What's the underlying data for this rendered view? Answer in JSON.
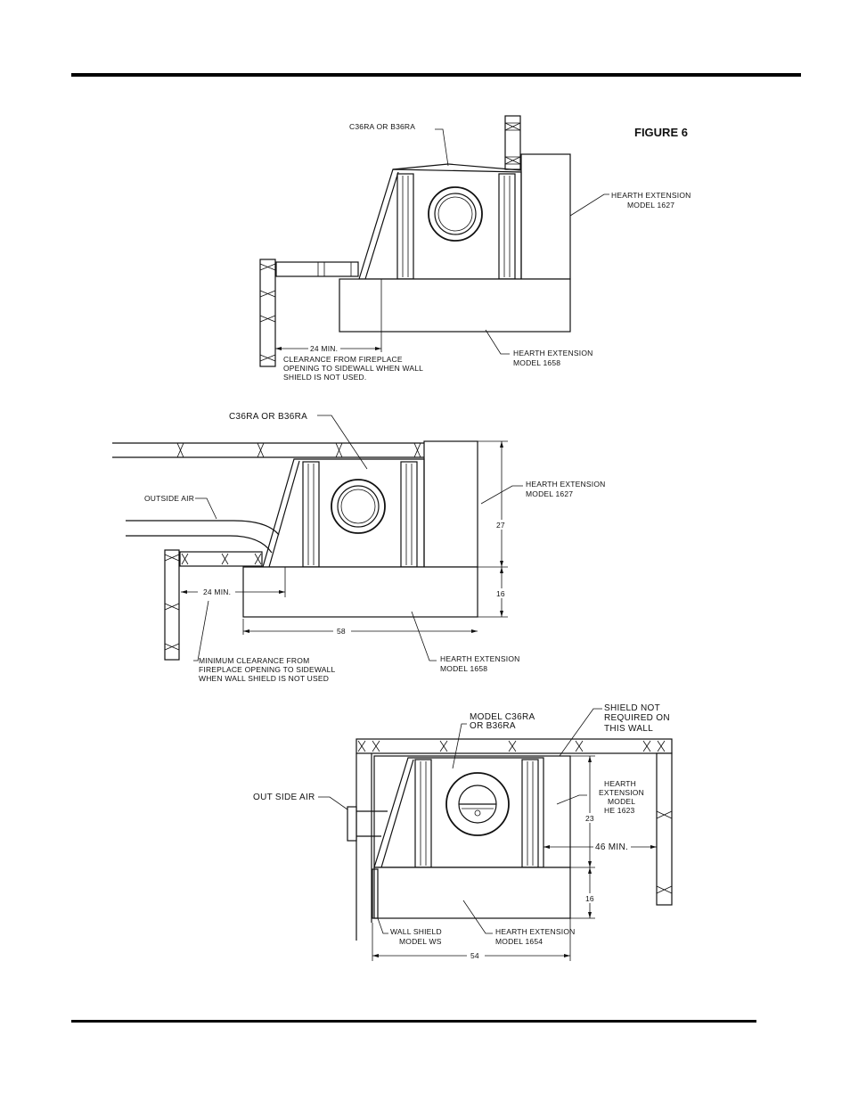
{
  "page": {
    "figure_title": "FIGURE 6"
  },
  "diagram1": {
    "unit_label": "C36RA  OR  B36RA",
    "hearth_top_label": [
      "HEARTH  EXTENSION",
      "MODEL  1627"
    ],
    "hearth_bottom_label": [
      "HEARTH  EXTENSION",
      "MODEL  1658"
    ],
    "clearance_dim": "24 MIN.",
    "clearance_note": [
      "CLEARANCE  FROM  FIREPLACE",
      "OPENING  TO SIDEWALL  WHEN  WALL",
      "SHIELD  IS NOT  USED."
    ]
  },
  "diagram2": {
    "unit_label": "C36RA  OR  B36RA",
    "outside_air": "OUTSIDE  AIR",
    "hearth_top_label": [
      "HEARTH  EXTENSION",
      "MODEL  1627"
    ],
    "hearth_bottom_label": [
      "HEARTH  EXTENSION",
      "MODEL  1658"
    ],
    "dim_27": "27",
    "dim_16": "16",
    "dim_58": "58",
    "clearance_dim": "24  MIN.",
    "clearance_note": [
      "MINIMUM  CLEARANCE  FROM",
      "FIREPLACE  OPENING  TO  SIDEWALL",
      "WHEN  WALL  SHIELD  IS  NOT  USED"
    ]
  },
  "diagram3": {
    "unit_label": [
      "MODEL  C36RA",
      "OR  B36RA"
    ],
    "shield_label": [
      "SHIELD  NOT",
      "REQUIRED  ON",
      "THIS  WALL"
    ],
    "outside_air": "OUT SIDE    AIR",
    "hearth_right_label": [
      "HEARTH",
      "EXTENSION",
      "MODEL",
      "HE 1623"
    ],
    "dim_23": "23",
    "dim_16": "16",
    "dim_46": "46  MIN.",
    "dim_54": "54",
    "wall_shield_label": [
      "WALL  SHIELD",
      "MODEL  WS"
    ],
    "hearth_bottom_label": [
      "HEARTH  EXTENSION",
      "MODEL  1654"
    ]
  }
}
